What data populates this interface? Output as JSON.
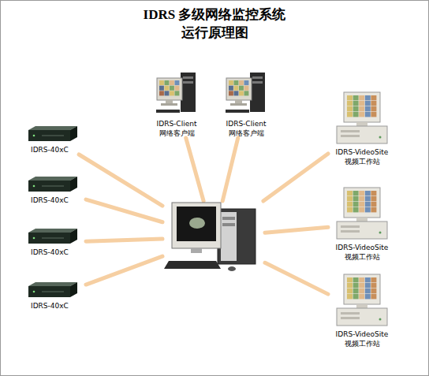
{
  "diagram": {
    "title": "IDRS 多级网络监控系统 运行原理图",
    "nodes": [
      {
        "text": [
          "IDRS-Client",
          "网络客户端"
        ]
      },
      {
        "text": [
          "IDRS-Client",
          "网络客户端"
        ]
      },
      {
        "text": [
          "IDRS-VideoSite",
          "视频工作站"
        ]
      },
      {
        "text": [
          "IDRS-40xC"
        ]
      },
      {
        "text": [
          "IDRS-40xC"
        ]
      },
      {
        "text": []
      },
      {
        "text": [
          "IDRS-VideoSite",
          "视频工作站"
        ]
      },
      {
        "text": [
          "IDRS-40xC"
        ]
      },
      {
        "text": [
          "IDRS-VideoSite",
          "视频工作站"
        ]
      },
      {
        "text": [
          "IDRS-40xC"
        ]
      }
    ],
    "edges": [
      {
        "from": 0,
        "to": 5,
        "arrow": "none"
      },
      {
        "from": 1,
        "to": 5,
        "arrow": "none"
      },
      {
        "from": 2,
        "to": 5,
        "arrow": "none"
      },
      {
        "from": 3,
        "to": 5,
        "arrow": "none"
      },
      {
        "from": 4,
        "to": 5,
        "arrow": "none"
      },
      {
        "from": 6,
        "to": 5,
        "arrow": "none"
      },
      {
        "from": 7,
        "to": 5,
        "arrow": "none"
      },
      {
        "from": 8,
        "to": 5,
        "arrow": "none"
      },
      {
        "from": 9,
        "to": 5,
        "arrow": "none"
      }
    ]
  }
}
